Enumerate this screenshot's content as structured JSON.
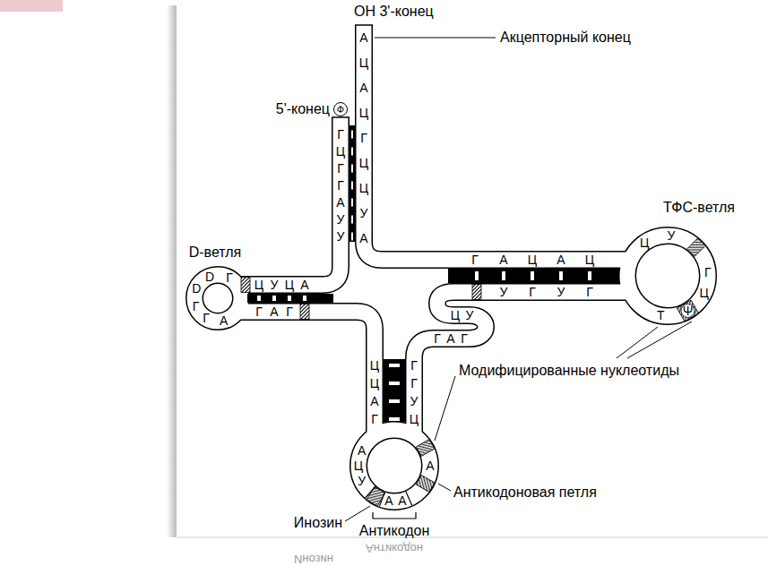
{
  "diagram": {
    "nodes": [
      {
        "text": [
          "Ф"
        ]
      }
    ],
    "labels": [
      "ОН 3'-конец",
      "Акцепторный конец",
      "5'-конец",
      "А",
      "Ц",
      "А",
      "Ц",
      "Г",
      "Ц",
      "Ц",
      "У",
      "А",
      "Г",
      "Ц",
      "Г",
      "Г",
      "А",
      "У",
      "У",
      "А",
      "D-ветля",
      "Ц",
      "У",
      "Ц",
      "Г",
      "А",
      "Г",
      "D",
      "Г",
      "D",
      "Г",
      "Г",
      "А",
      "ТФС-ветля",
      "Г",
      "А",
      "Ц",
      "А",
      "Ц",
      "У",
      "Г",
      "У",
      "Г",
      "Ц",
      "У",
      "Г",
      "Ц",
      "Т",
      "Ψ",
      "Ц",
      "У",
      "Г",
      "А",
      "Г",
      "Ц",
      "Ц",
      "А",
      "Г",
      "Г",
      "Г",
      "У",
      "Ц",
      "А",
      "Ц",
      "У",
      "А",
      "А",
      "А",
      "Модифицированные нуклеотиды",
      "Антикодоновая петля",
      "Инозин",
      "Антикодон",
      "Антикодон",
      "Инозин"
    ]
  }
}
